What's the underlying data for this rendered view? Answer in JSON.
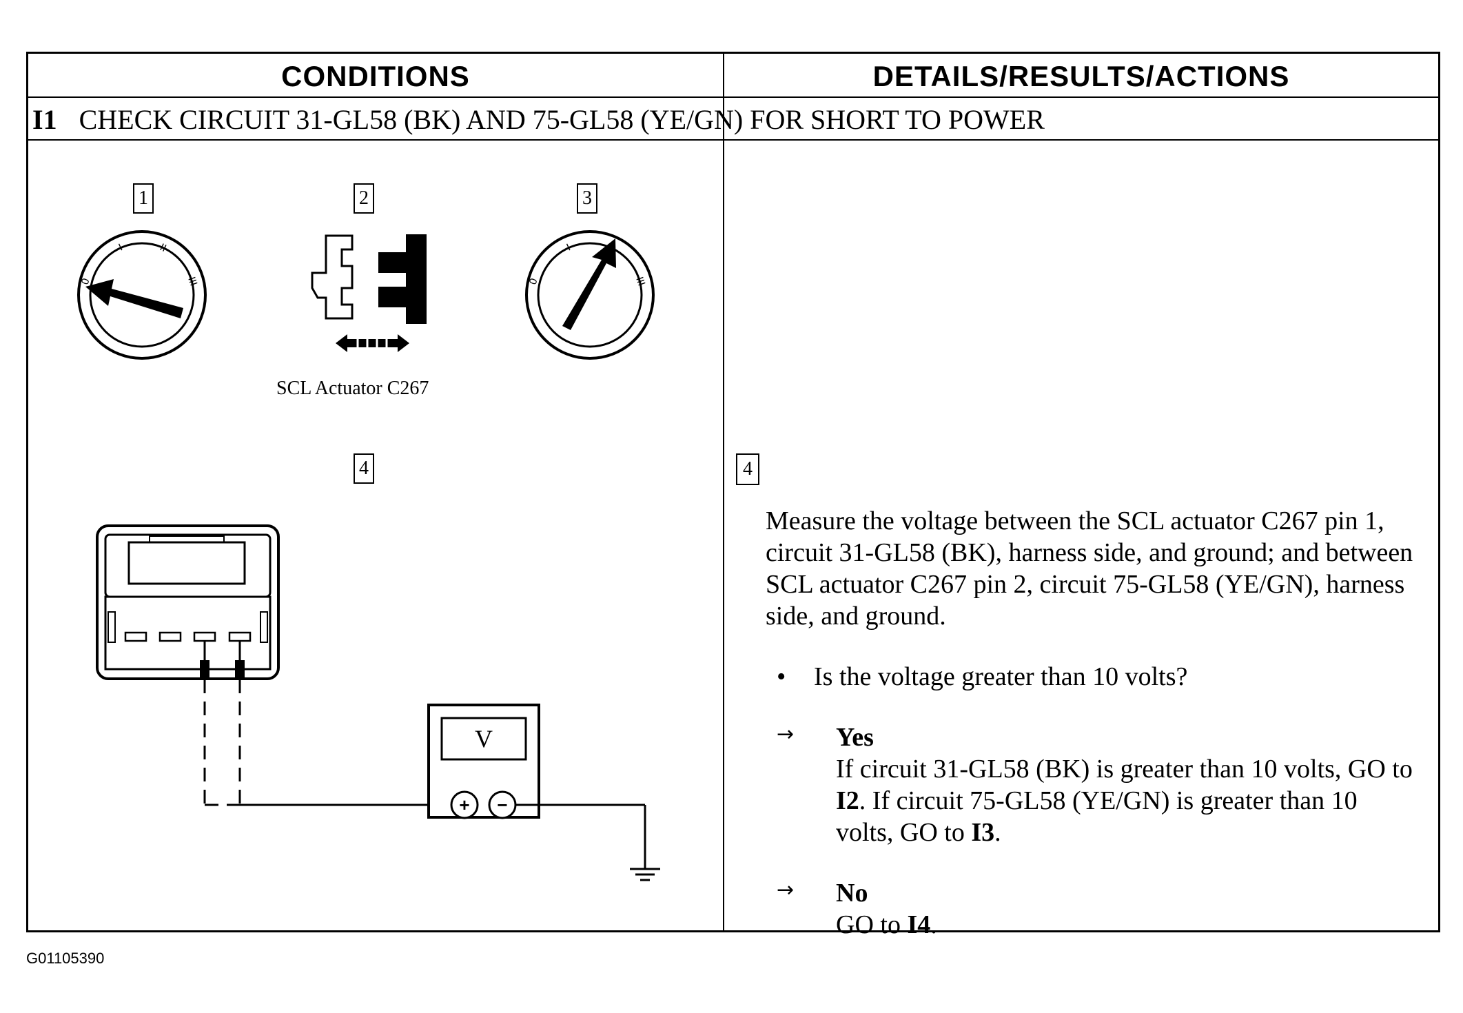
{
  "header": {
    "conditions": "CONDITIONS",
    "details": "DETAILS/RESULTS/ACTIONS"
  },
  "step": {
    "number": "I1",
    "title": "CHECK CIRCUIT 31-GL58 (BK) AND 75-GL58 (YE/GN) FOR SHORT TO POWER"
  },
  "diagram": {
    "callouts": [
      "1",
      "2",
      "3",
      "4"
    ],
    "connector_caption": "SCL Actuator C267",
    "meter_label": "V",
    "plus_label": "+",
    "minus_label": "−",
    "key_positions": [
      "0",
      "I",
      "II",
      "III"
    ],
    "icons": [
      "ignition-off-icon",
      "connector-disconnect-icon",
      "ignition-on-icon",
      "connector-face-icon",
      "voltmeter-icon",
      "ground-icon"
    ]
  },
  "details": {
    "callout": "4",
    "instruction": "Measure the voltage between the SCL actuator C267 pin 1, circuit 31-GL58 (BK), harness side, and ground; and between SCL actuator C267 pin 2, circuit 75-GL58 (YE/GN), harness side, and ground.",
    "bullet": "•",
    "question": "Is the voltage greater than 10 volts?",
    "arrow": "→",
    "yes": {
      "label": "Yes",
      "t1": "If circuit 31-GL58 (BK) is greater than 10 volts, GO to ",
      "r1": "I2",
      "t2": ". If circuit 75-GL58 (YE/GN) is greater than 10 volts, GO to ",
      "r2": "I3",
      "t3": "."
    },
    "no": {
      "label": "No",
      "t1": "GO to ",
      "r1": "I4",
      "t2": "."
    }
  },
  "figure_id": "G01105390"
}
